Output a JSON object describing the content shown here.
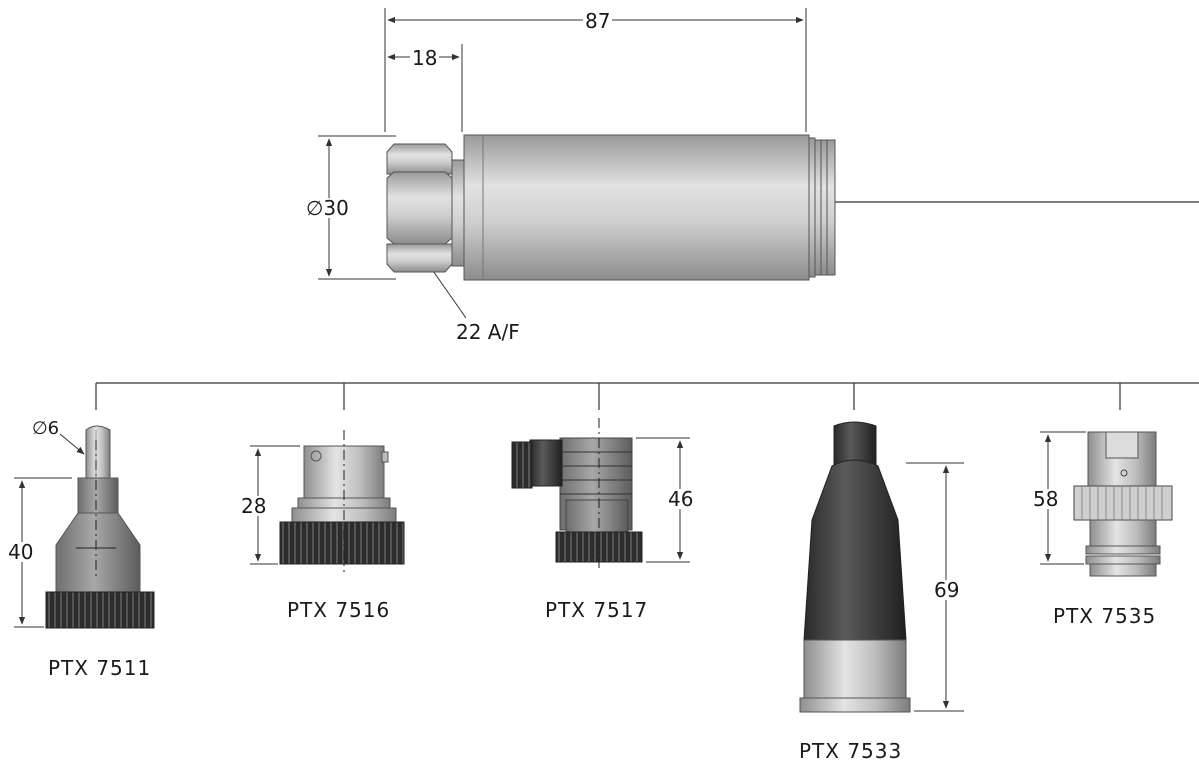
{
  "sensor": {
    "dim_length": "87",
    "dim_hex_length": "18",
    "dim_diameter": "∅30",
    "hex_size": "22  A/F"
  },
  "connectors": [
    {
      "name": "PTX  7511",
      "dim_height": "40",
      "dim_cable": "∅6"
    },
    {
      "name": "PTX  7516",
      "dim_height": "28"
    },
    {
      "name": "PTX  7517",
      "dim_height": "46"
    },
    {
      "name": "PTX  7533",
      "dim_height": "69"
    },
    {
      "name": "PTX  7535",
      "dim_height": "58"
    }
  ]
}
